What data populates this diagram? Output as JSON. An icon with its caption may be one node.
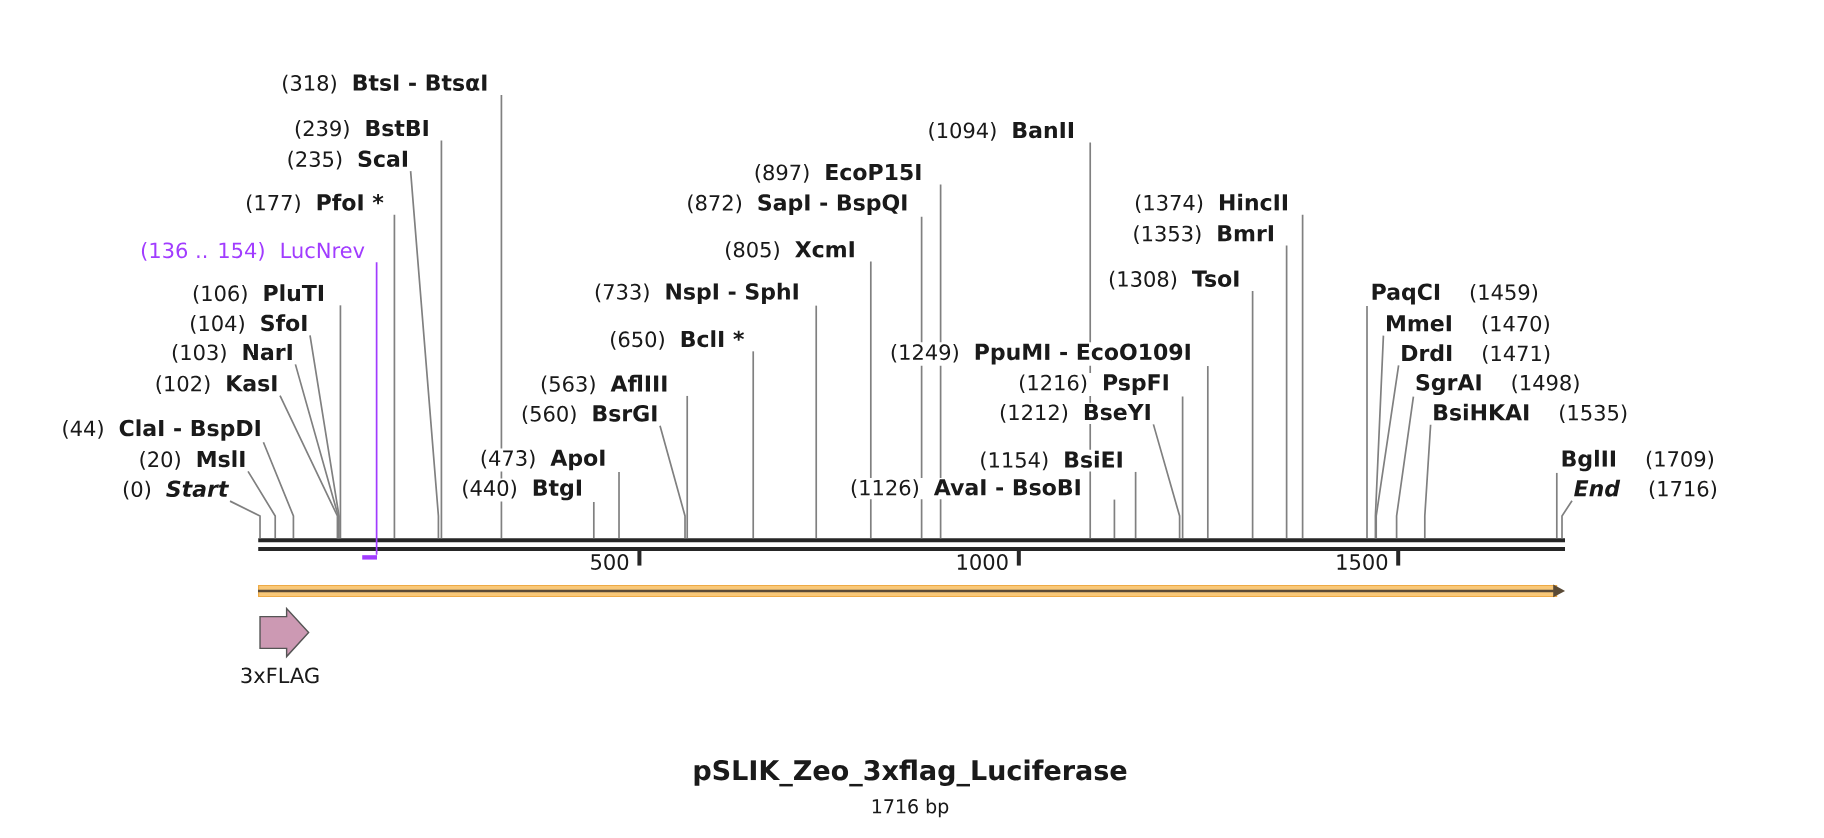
{
  "diagram": {
    "title": "pSLIK_Zeo_3xflag_Luciferase",
    "caption": "1716 bp",
    "nodes": [
      {
        "text": [
          "(0)",
          "Start"
        ]
      },
      {
        "text": [
          "(20)",
          "MslI"
        ]
      },
      {
        "text": [
          "(44)",
          "ClaI - BspDI"
        ]
      },
      {
        "text": [
          "(102)",
          "KasI"
        ]
      },
      {
        "text": [
          "(103)",
          "NarI"
        ]
      },
      {
        "text": [
          "(104)",
          "SfoI"
        ]
      },
      {
        "text": [
          "(106)",
          "PluTI"
        ]
      },
      {
        "text": [
          "(136 .. 154)",
          "LucNrev"
        ]
      },
      {
        "text": [
          "(177)",
          "PfoI *"
        ]
      },
      {
        "text": [
          "(235)",
          "ScaI"
        ]
      },
      {
        "text": [
          "(239)",
          "BstBI"
        ]
      },
      {
        "text": [
          "(318)",
          "BtsI - BtsαI"
        ]
      },
      {
        "text": [
          "(440)",
          "BtgI"
        ]
      },
      {
        "text": [
          "(473)",
          "ApoI"
        ]
      },
      {
        "text": [
          "(560)",
          "BsrGI"
        ]
      },
      {
        "text": [
          "(563)",
          "AflIII"
        ]
      },
      {
        "text": [
          "(650)",
          "BclI *"
        ]
      },
      {
        "text": [
          "(733)",
          "NspI - SphI"
        ]
      },
      {
        "text": [
          "(805)",
          "XcmI"
        ]
      },
      {
        "text": [
          "(872)",
          "SapI - BspQI"
        ]
      },
      {
        "text": [
          "(897)",
          "EcoP15I"
        ]
      },
      {
        "text": [
          "(1094)",
          "BanII"
        ]
      },
      {
        "text": [
          "(1126)",
          "AvaI - BsoBI"
        ]
      },
      {
        "text": [
          "(1154)",
          "BsiEI"
        ]
      },
      {
        "text": [
          "(1212)",
          "BseYI"
        ]
      },
      {
        "text": [
          "(1216)",
          "PspFI"
        ]
      },
      {
        "text": [
          "(1249)",
          "PpuMI - EcoO109I"
        ]
      },
      {
        "text": [
          "(1308)",
          "TsoI"
        ]
      },
      {
        "text": [
          "(1353)",
          "BmrI"
        ]
      },
      {
        "text": [
          "(1374)",
          "HincII"
        ]
      },
      {
        "text": [
          "PaqCI",
          "(1459)"
        ]
      },
      {
        "text": [
          "MmeI",
          "(1470)"
        ]
      },
      {
        "text": [
          "DrdI",
          "(1471)"
        ]
      },
      {
        "text": [
          "SgrAI",
          "(1498)"
        ]
      },
      {
        "text": [
          "BsiHKAI",
          "(1535)"
        ]
      },
      {
        "text": [
          "BglII",
          "(1709)"
        ]
      },
      {
        "text": [
          "End",
          "(1716)"
        ]
      },
      {
        "text": [],
        "shape": "bar"
      },
      {
        "text": [],
        "shape": "bar"
      },
      {
        "text": [],
        "shape": "arrow"
      },
      {
        "text": [
          "3xFLAG"
        ]
      }
    ],
    "edges": [
      {
        "from": 0,
        "to": 37,
        "arrow": "none"
      },
      {
        "from": 1,
        "to": 37,
        "arrow": "none"
      },
      {
        "from": 2,
        "to": 37,
        "arrow": "none"
      },
      {
        "from": 3,
        "to": 37,
        "arrow": "none"
      },
      {
        "from": 4,
        "to": 37,
        "arrow": "none"
      },
      {
        "from": 5,
        "to": 37,
        "arrow": "none"
      },
      {
        "from": 6,
        "to": 37,
        "arrow": "none"
      },
      {
        "from": 7,
        "to": 38,
        "arrow": "none",
        "color": "#a13cff"
      },
      {
        "from": 8,
        "to": 37,
        "arrow": "none"
      },
      {
        "from": 9,
        "to": 37,
        "arrow": "none"
      },
      {
        "from": 10,
        "to": 37,
        "arrow": "none"
      },
      {
        "from": 11,
        "to": 37,
        "arrow": "none"
      },
      {
        "from": 12,
        "to": 37,
        "arrow": "none"
      },
      {
        "from": 13,
        "to": 37,
        "arrow": "none"
      },
      {
        "from": 14,
        "to": 37,
        "arrow": "none"
      },
      {
        "from": 15,
        "to": 37,
        "arrow": "none"
      },
      {
        "from": 16,
        "to": 37,
        "arrow": "none"
      },
      {
        "from": 17,
        "to": 37,
        "arrow": "none"
      },
      {
        "from": 18,
        "to": 37,
        "arrow": "none"
      },
      {
        "from": 19,
        "to": 37,
        "arrow": "none"
      },
      {
        "from": 20,
        "to": 37,
        "arrow": "none"
      },
      {
        "from": 21,
        "to": 37,
        "arrow": "none"
      },
      {
        "from": 22,
        "to": 37,
        "arrow": "none"
      },
      {
        "from": 23,
        "to": 37,
        "arrow": "none"
      },
      {
        "from": 24,
        "to": 37,
        "arrow": "none"
      },
      {
        "from": 25,
        "to": 37,
        "arrow": "none"
      },
      {
        "from": 26,
        "to": 37,
        "arrow": "none"
      },
      {
        "from": 27,
        "to": 37,
        "arrow": "none"
      },
      {
        "from": 28,
        "to": 37,
        "arrow": "none"
      },
      {
        "from": 29,
        "to": 37,
        "arrow": "none"
      },
      {
        "from": 30,
        "to": 37,
        "arrow": "none"
      },
      {
        "from": 31,
        "to": 37,
        "arrow": "none"
      },
      {
        "from": 32,
        "to": 37,
        "arrow": "none"
      },
      {
        "from": 33,
        "to": 37,
        "arrow": "none"
      },
      {
        "from": 34,
        "to": 37,
        "arrow": "none"
      },
      {
        "from": 35,
        "to": 37,
        "arrow": "none"
      },
      {
        "from": 36,
        "to": 37,
        "arrow": "none"
      }
    ],
    "labels": [
      "500",
      "1000",
      "1500"
    ]
  }
}
